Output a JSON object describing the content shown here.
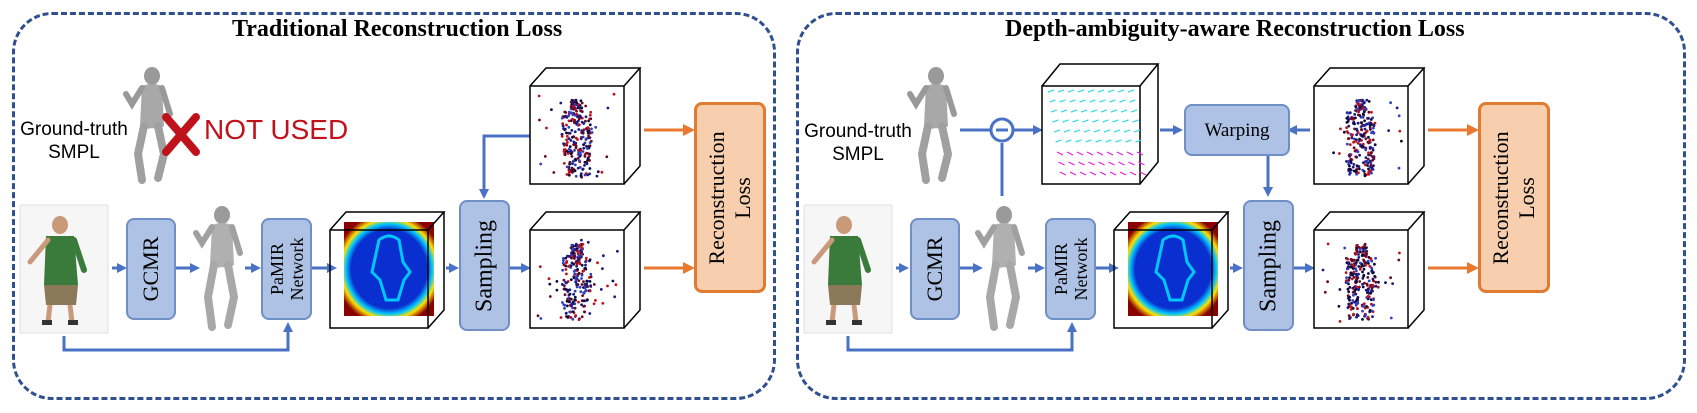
{
  "left_panel": {
    "title": "Traditional Reconstruction Loss",
    "gt_label_line1": "Ground-truth",
    "gt_label_line2": "SMPL",
    "not_used": "NOT USED",
    "gcmr": "GCMR",
    "pamir_line1": "PaMIR",
    "pamir_line2": "Network",
    "sampling": "Sampling",
    "recon_line1": "Reconstruction",
    "recon_line2": "Loss"
  },
  "right_panel": {
    "title": "Depth-ambiguity-aware Reconstruction Loss",
    "gt_label_line1": "Ground-truth",
    "gt_label_line2": "SMPL",
    "warping": "Warping",
    "gcmr": "GCMR",
    "pamir_line1": "PaMIR",
    "pamir_line2": "Network",
    "sampling": "Sampling",
    "recon_line1": "Reconstruction",
    "recon_line2": "Loss",
    "minus_symbol": "−"
  },
  "colors": {
    "panel_border": "#2f4f8f",
    "box_fill": "#adc2e4",
    "box_border": "#6f8fc6",
    "arrow_blue": "#4a72c4",
    "arrow_orange": "#e8792e",
    "recon_fill": "#f8cfae",
    "recon_border": "#e07b31",
    "not_used_red": "#c0121a",
    "heatmap_bg": "#8b0000",
    "heatmap_body": "#0a2fd0"
  },
  "icons": [
    "person-photo-icon",
    "smpl-body-icon",
    "red-cross-icon",
    "point-cloud-cube-icon",
    "heatmap-cube-icon",
    "vector-field-cube-icon"
  ]
}
